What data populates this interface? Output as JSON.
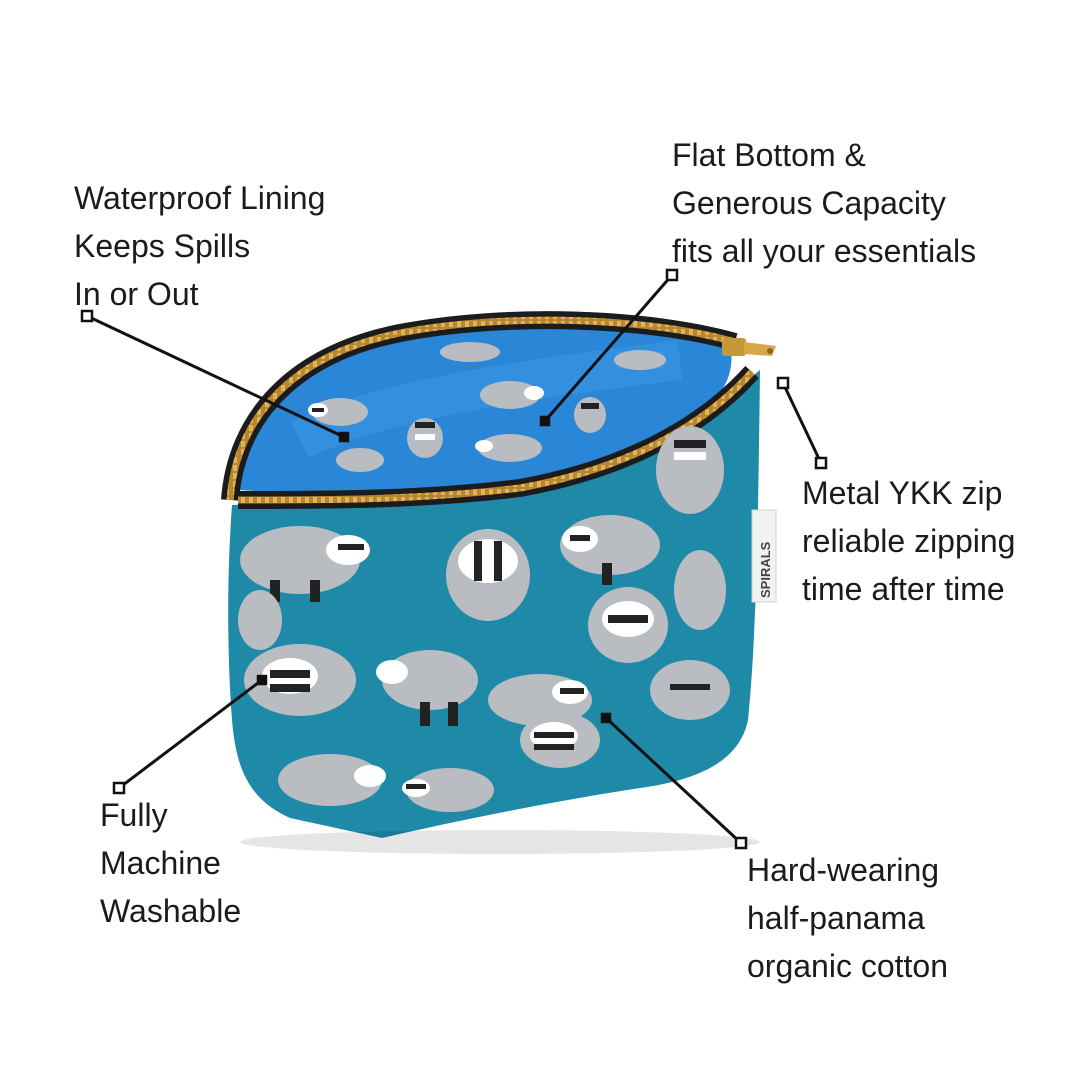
{
  "callouts": {
    "lining": {
      "lines": [
        "Waterproof Lining",
        "Keeps Spills",
        "In or Out"
      ]
    },
    "capacity": {
      "lines": [
        "Flat Bottom &",
        "Generous Capacity",
        "fits all your essentials"
      ]
    },
    "zip": {
      "lines": [
        "Metal YKK zip",
        "reliable zipping",
        "time after time"
      ]
    },
    "washable": {
      "lines": [
        "Fully",
        "Machine",
        "Washable"
      ]
    },
    "fabric": {
      "lines": [
        "Hard-wearing",
        "half-panama",
        "organic cotton"
      ]
    }
  },
  "label_tag": {
    "brand": "SPIRALS"
  },
  "colors": {
    "outer_fabric": "#1f8aa8",
    "lining": "#2a86d6",
    "zip_tape": "#1c1c1c",
    "zip_teeth": "#c8973a",
    "badger_grey": "#b9bcc0",
    "badger_black": "#222222"
  }
}
